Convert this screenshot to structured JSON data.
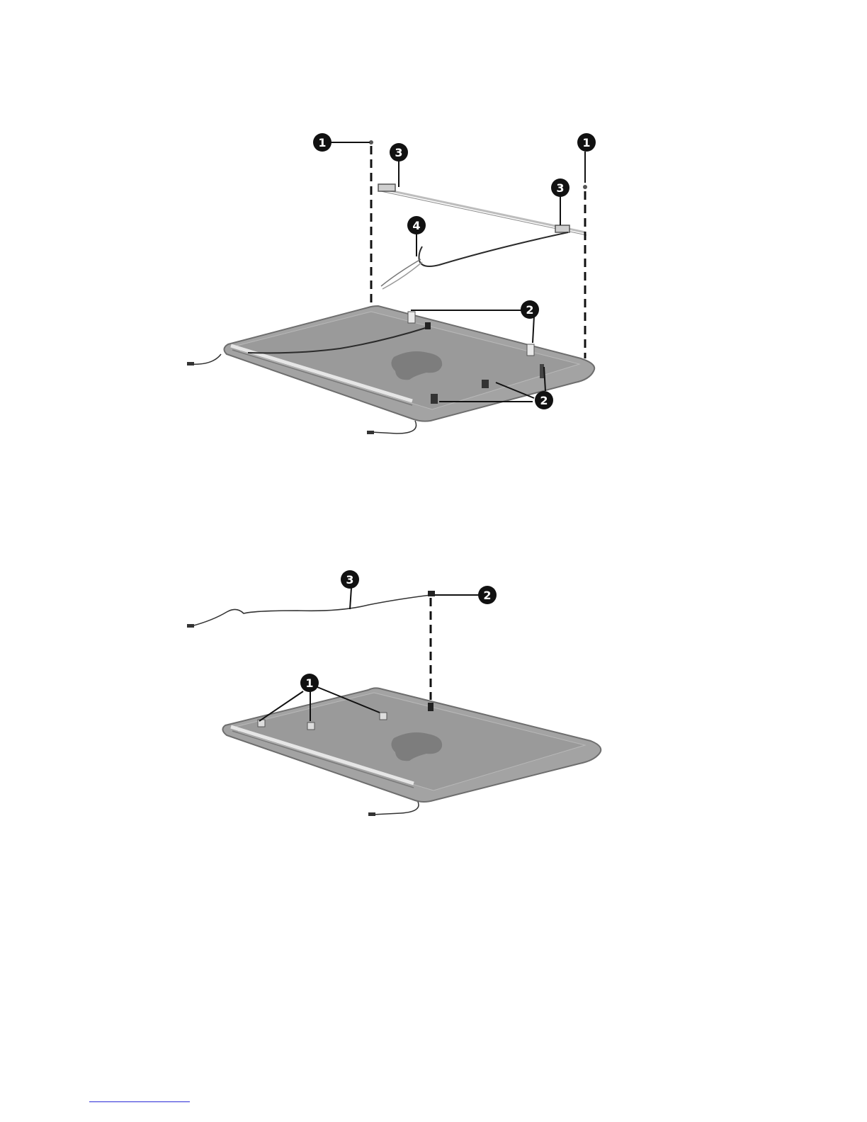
{
  "figure_1": {
    "callouts": [
      "1",
      "1",
      "3",
      "3",
      "4",
      "2",
      "2"
    ]
  },
  "figure_2": {
    "callouts": [
      "3",
      "2",
      "1"
    ]
  },
  "colors": {
    "callout_fill": "#111111",
    "panel_fill": "#9a9a9a",
    "panel_edge": "#6e6e6e",
    "cable": "#333333",
    "hinge_line": "#bdbdbd",
    "footer_rule": "#2b2bd6"
  }
}
